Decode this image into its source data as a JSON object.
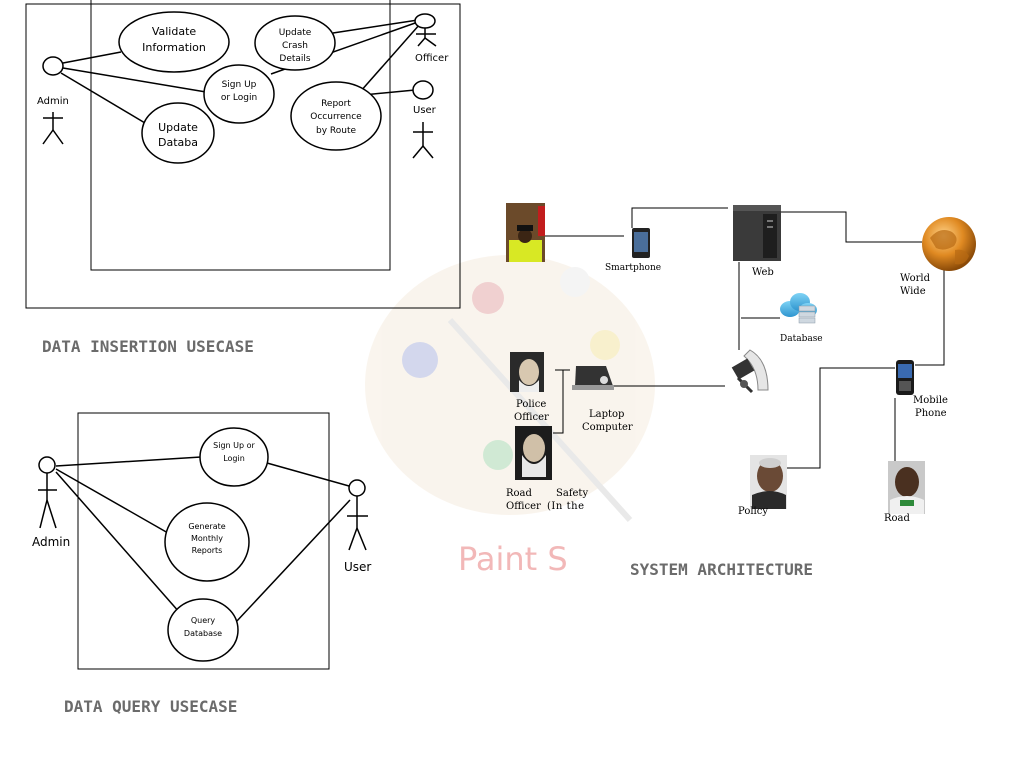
{
  "insertion": {
    "heading": "DATA INSERTION USECASE",
    "actors": {
      "admin": "Admin",
      "officer": "Officer",
      "user": "User"
    },
    "usecases": {
      "validate": [
        "Validate",
        "Information"
      ],
      "crash": [
        "Update",
        "Crash",
        "Details"
      ],
      "signup": [
        "Sign Up",
        "or Login"
      ],
      "update_db": [
        "Update",
        "Databa"
      ],
      "report": [
        "Report",
        "Occurrence",
        "by Route"
      ]
    }
  },
  "query": {
    "heading": "DATA QUERY USECASE",
    "actors": {
      "admin": "Admin",
      "user": "User"
    },
    "usecases": {
      "signup": [
        "Sign Up or",
        "Login"
      ],
      "reports": [
        "Generate",
        "Monthly",
        "Reports"
      ],
      "query": [
        "Query",
        "Database"
      ]
    }
  },
  "architecture": {
    "heading": "SYSTEM ARCHITECTURE",
    "labels": {
      "smartphone": "Smartphone",
      "web": "Web",
      "world": [
        "World",
        "Wide"
      ],
      "database": "Database",
      "police": [
        "Police",
        "Officer"
      ],
      "laptop": [
        "Laptop",
        "Computer"
      ],
      "mobile": [
        "Mobile",
        "Phone"
      ],
      "road_officer": [
        "Road",
        "Officer"
      ],
      "safety": [
        "Safety",
        "(In the"
      ],
      "policy": "Policy",
      "road": "Road"
    }
  },
  "watermark": "Paint S"
}
